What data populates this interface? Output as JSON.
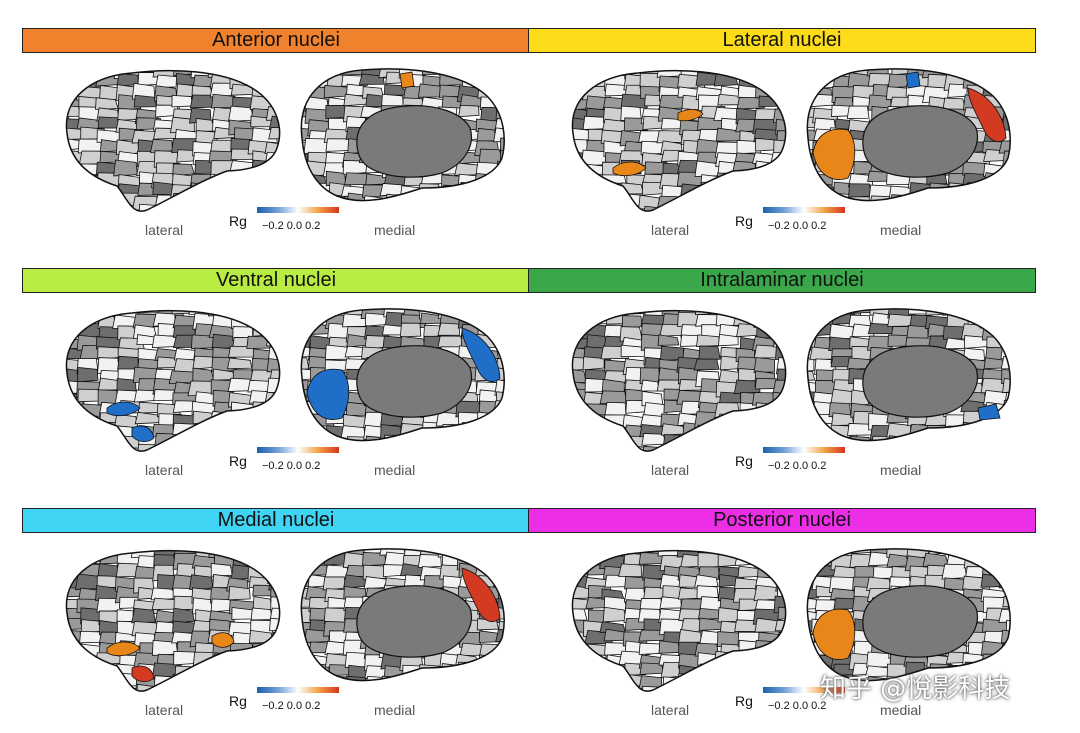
{
  "colors": {
    "cbar_stops": [
      "#1f5fae",
      "#6e9ed8",
      "#ffffff",
      "#f0a246",
      "#d9331f"
    ],
    "gray_dark": "#6e6e6e",
    "gray_mid": "#9a9a9a",
    "gray_light": "#cfcfcf",
    "gray_white": "#f2f2f2",
    "blue": "#1f6fc8",
    "orange": "#e8861a",
    "red": "#d23a22"
  },
  "panels": [
    {
      "title": "Anterior nuclei",
      "banner_color": "#f0822e",
      "lateral_label": "lateral",
      "medial_label": "medial",
      "rg_label": "Rg",
      "ticks": "−0.2 0.0  0.2",
      "medial_patches": [
        {
          "cls": "orange",
          "shape": "mtop"
        }
      ],
      "lateral_patches": []
    },
    {
      "title": "Lateral nuclei",
      "banner_color": "#fcdc1a",
      "lateral_label": "lateral",
      "medial_label": "medial",
      "rg_label": "Rg",
      "ticks": "−0.2 0.0  0.2",
      "medial_patches": [
        {
          "cls": "orange",
          "shape": "mleftbig"
        },
        {
          "cls": "red",
          "shape": "mright"
        },
        {
          "cls": "blue",
          "shape": "mtop"
        }
      ],
      "lateral_patches": [
        {
          "cls": "orange",
          "shape": "lmid"
        },
        {
          "cls": "orange",
          "shape": "llow"
        }
      ]
    },
    {
      "title": "Ventral nuclei",
      "banner_color": "#b9ec42",
      "lateral_label": "lateral",
      "medial_label": "medial",
      "rg_label": "Rg",
      "ticks": "−0.2 0.0  0.2",
      "medial_patches": [
        {
          "cls": "blue",
          "shape": "mleftbig"
        },
        {
          "cls": "blue",
          "shape": "mright"
        }
      ],
      "lateral_patches": [
        {
          "cls": "blue",
          "shape": "llow"
        },
        {
          "cls": "blue",
          "shape": "ltemp"
        }
      ]
    },
    {
      "title": "Intralaminar nuclei",
      "banner_color": "#3aa84a",
      "lateral_label": "lateral",
      "medial_label": "medial",
      "rg_label": "Rg",
      "ticks": "−0.2 0.0  0.2",
      "medial_patches": [
        {
          "cls": "blue",
          "shape": "mbottomright"
        }
      ],
      "lateral_patches": []
    },
    {
      "title": "Medial nuclei",
      "banner_color": "#3fd3f4",
      "lateral_label": "lateral",
      "medial_label": "medial",
      "rg_label": "Rg",
      "ticks": "−0.2 0.0  0.2",
      "medial_patches": [
        {
          "cls": "red",
          "shape": "mright"
        }
      ],
      "lateral_patches": [
        {
          "cls": "red",
          "shape": "ltemp"
        },
        {
          "cls": "orange",
          "shape": "llow"
        },
        {
          "cls": "orange",
          "shape": "lback"
        }
      ]
    },
    {
      "title": "Posterior nuclei",
      "banner_color": "#ec2fe6",
      "lateral_label": "lateral",
      "medial_label": "medial",
      "rg_label": "Rg",
      "ticks": "−0.2 0.0  0.2",
      "medial_patches": [
        {
          "cls": "orange",
          "shape": "mleftbig"
        }
      ],
      "lateral_patches": []
    }
  ],
  "watermark": {
    "text": "知乎 @悅影科技"
  }
}
